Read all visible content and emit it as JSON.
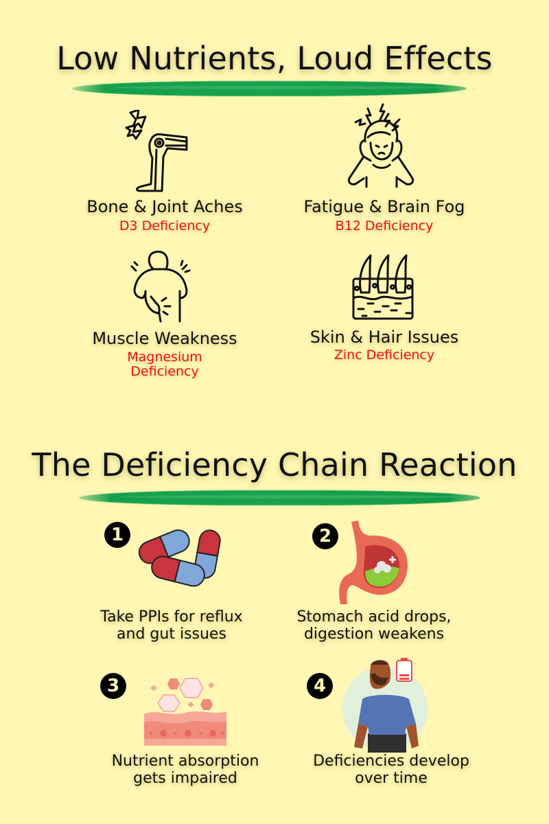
{
  "section1": {
    "title": "Low Nutrients, Loud Effects",
    "items": [
      {
        "label": "Bone & Joint Aches",
        "deficiency": "D3 Deficiency",
        "icon": "knee-pain-icon"
      },
      {
        "label": "Fatigue & Brain Fog",
        "deficiency": "B12 Deficiency",
        "icon": "headache-icon"
      },
      {
        "label": "Muscle Weakness",
        "deficiency_line1": "Magnesium",
        "deficiency_line2": "Deficiency",
        "icon": "back-pain-icon"
      },
      {
        "label": "Skin & Hair Issues",
        "deficiency": "Zinc Deficiency",
        "icon": "hair-follicle-icon"
      }
    ]
  },
  "section2": {
    "title": "The Deficiency Chain Reaction",
    "steps": [
      {
        "number": "1",
        "line1": "Take PPIs for reflux",
        "line2": "and gut issues",
        "icon": "capsules-icon"
      },
      {
        "number": "2",
        "line1": "Stomach acid drops,",
        "line2": "digestion weakens",
        "icon": "stomach-icon"
      },
      {
        "number": "3",
        "line1": "Nutrient absorption",
        "line2": "gets impaired",
        "icon": "intestine-lining-icon"
      },
      {
        "number": "4",
        "line1": "Deficiencies develop",
        "line2": "over time",
        "icon": "tired-man-icon"
      }
    ]
  },
  "colors": {
    "background": "#fff7b3",
    "accent_green": "#14a04b",
    "deficiency_red": "#ee1111",
    "text": "#111111"
  }
}
